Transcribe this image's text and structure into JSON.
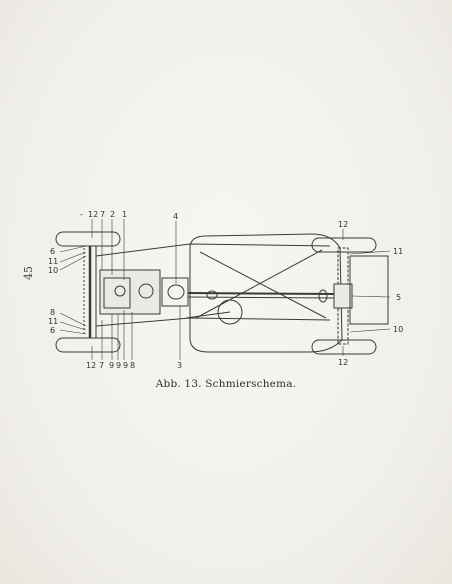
{
  "page_number": "45",
  "caption": "Abb. 13.  Schmierschema.",
  "labels": {
    "top_dash": "-",
    "t12": "12",
    "t7": "7",
    "t2": "2",
    "t1": "1",
    "t4": "4",
    "l6": "6",
    "l11": "11",
    "l10": "10",
    "l8": "8",
    "l11b": "11",
    "l6b": "6",
    "b12": "12",
    "b7": "7",
    "b9a": "9",
    "b9b": "9",
    "b9c": "9",
    "b8": "8",
    "b3": "3",
    "rt12": "12",
    "r11": "11",
    "r5": "5",
    "r10": "10",
    "rb12": "12"
  }
}
